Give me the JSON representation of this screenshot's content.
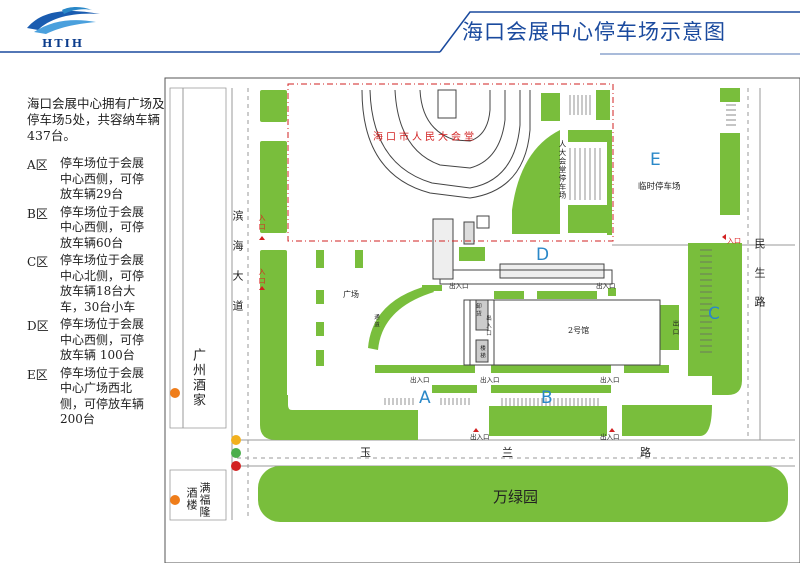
{
  "header": {
    "logo_text": "HTIH",
    "title": "海口会展中心停车场示意图"
  },
  "intro": "海口会展中心拥有广场及停车场5处，共容纳车辆437台。",
  "zones": [
    {
      "key": "A区",
      "text": "停车场位于会展中心西侧，可停放车辆29台"
    },
    {
      "key": "B区",
      "text": "停车场位于会展中心西侧，可停放车辆60台"
    },
    {
      "key": "C区",
      "text": "停车场位于会展中心北侧，可停放车辆18台大车，30台小车"
    },
    {
      "key": "D区",
      "text": "停车场位于会展中心西侧，可停放车辆 100台"
    },
    {
      "key": "E区",
      "text": "停车场位于会展中心广场西北侧，可停放车辆200台"
    }
  ],
  "map": {
    "zone_labels": {
      "A": "A",
      "B": "B",
      "C": "C",
      "D": "D",
      "E": "E"
    },
    "temp_parking": "临时停车场",
    "great_hall": "海口市人民大会堂",
    "hall_parking": "人大会堂停车场",
    "plaza": "广场",
    "hall2": "2号馆",
    "wanlvyuan": "万绿园",
    "road_binhai": "滨海大道",
    "road_minsheng": "民生路",
    "road_yulan": [
      "玉",
      "兰",
      "路"
    ],
    "guangzhou_jiujia": "广州酒家",
    "manfulong": "满福隆",
    "jiulou": "酒楼",
    "entrance": "入口",
    "entrance_exit": "出入口",
    "exit": "出口",
    "building_small_labels": [
      "卸货",
      "出入口",
      "楼梯",
      "通道"
    ],
    "colors": {
      "green": "#79be3c",
      "blue_label": "#2a88c8",
      "red": "#d22222",
      "orange_marker": "#ef7d1a"
    }
  }
}
